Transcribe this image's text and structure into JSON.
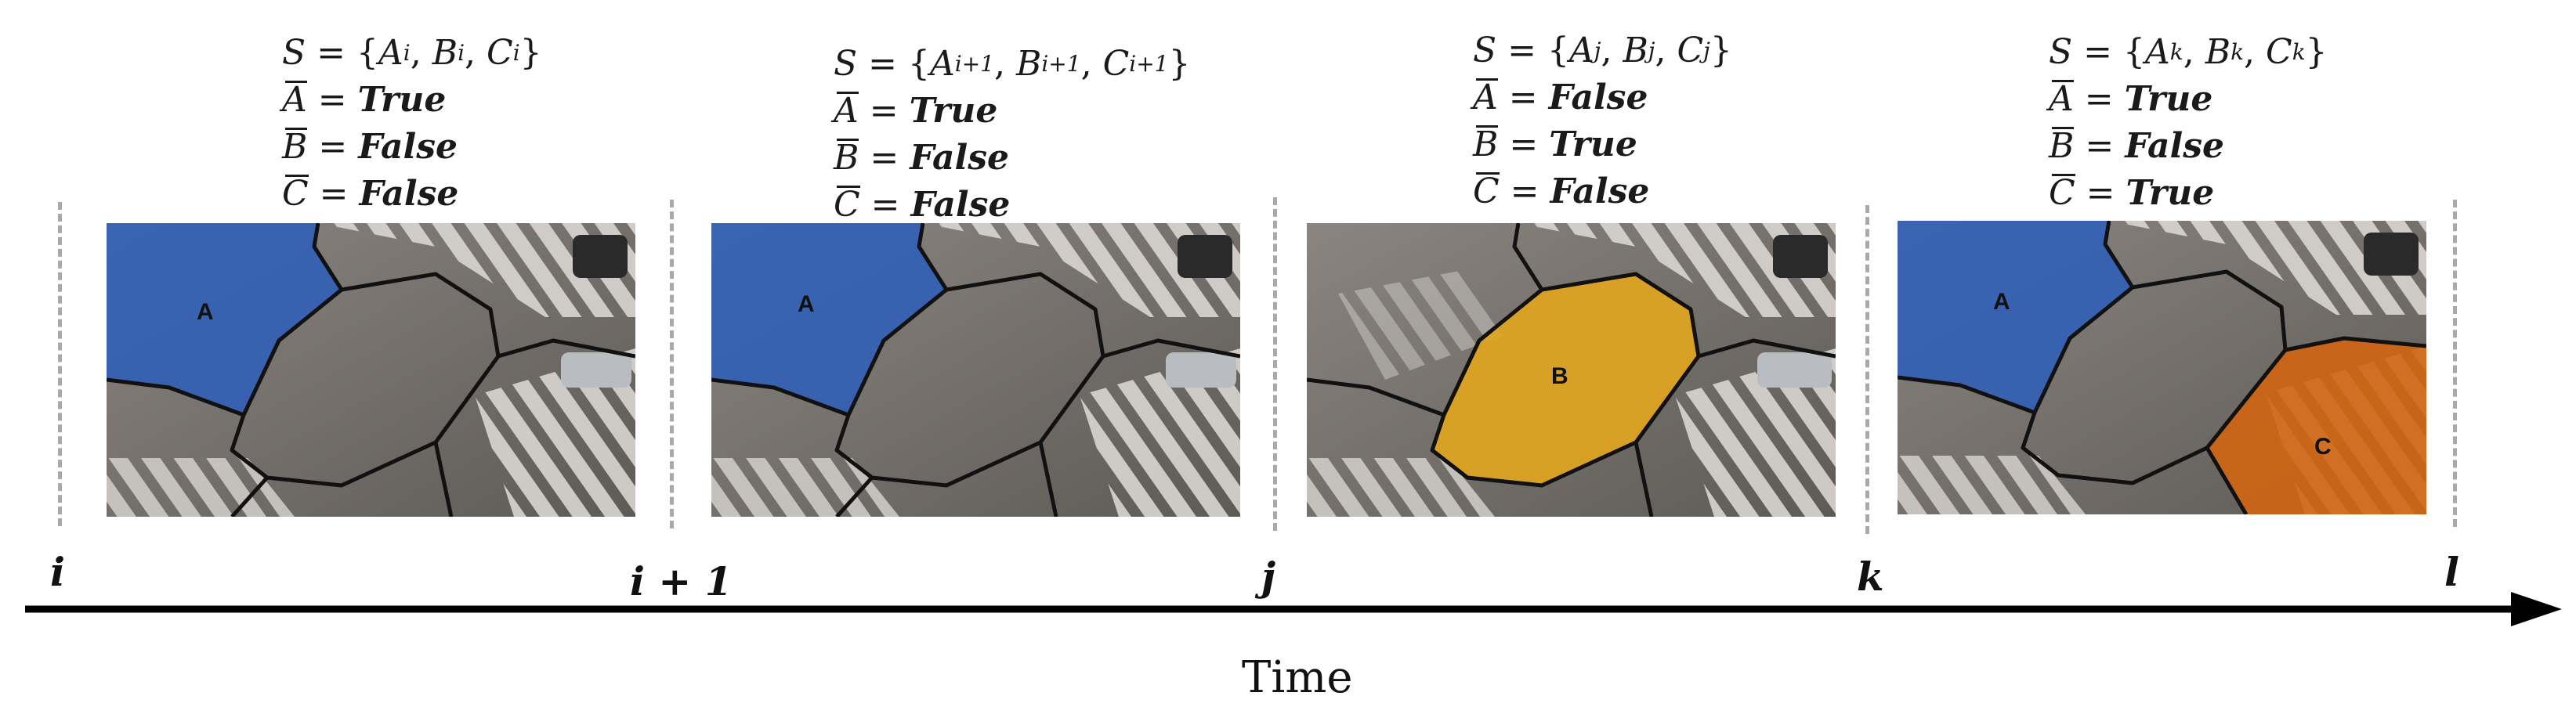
{
  "time_axis": {
    "title": "Time",
    "ticks": [
      "i",
      "i + 1",
      "j",
      "k",
      "l"
    ]
  },
  "panels": [
    {
      "set": "S = {A, B, C}",
      "subscript": "i",
      "a": "True",
      "b": "False",
      "c": "False",
      "highlight": "A",
      "label": "A"
    },
    {
      "set": "S = {A, B, C}",
      "subscript": "i+1",
      "a": "True",
      "b": "False",
      "c": "False",
      "highlight": "A",
      "label": "A"
    },
    {
      "set": "S = {A, B, C}",
      "subscript": "j",
      "a": "False",
      "b": "True",
      "c": "False",
      "highlight": "B",
      "label": "B"
    },
    {
      "set": "S = {A, B, C}",
      "subscript": "k",
      "a": "True",
      "b": "False",
      "c": "True",
      "highlight": "AC",
      "label_a": "A",
      "label_c": "C"
    }
  ],
  "colors": {
    "region_a": "#2f5fb8",
    "region_b": "#e2a61e",
    "region_c": "#d26512",
    "dashed_line": "#a9a9a9",
    "axis": "#000000"
  }
}
